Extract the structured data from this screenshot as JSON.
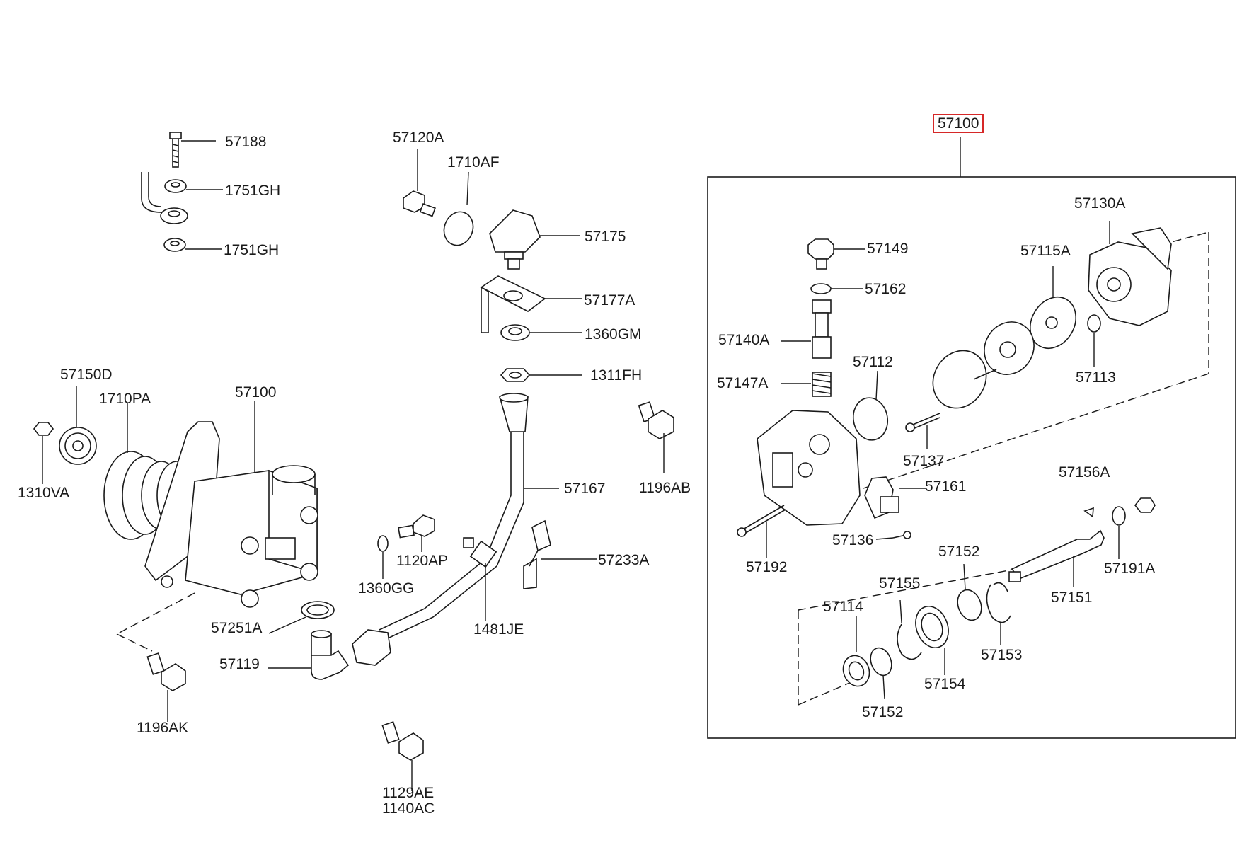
{
  "colors": {
    "line": "#1a1a1a",
    "highlight": "#d62828",
    "background": "#ffffff"
  },
  "callouts": {
    "c57188": "57188",
    "c1751gh_a": "1751GH",
    "c1751gh_b": "1751GH",
    "c57120a": "57120A",
    "c1710af": "1710AF",
    "c57175": "57175",
    "c57177a": "57177A",
    "c1360gm": "1360GM",
    "c1311fh": "1311FH",
    "c57167": "57167",
    "c57233a": "57233A",
    "c1481je": "1481JE",
    "c1196ab": "1196AB",
    "c57150d": "57150D",
    "c1710pa": "1710PA",
    "c57100_left": "57100",
    "c1310va": "1310VA",
    "c1120ap": "1120AP",
    "c1360gg": "1360GG",
    "c57251a": "57251A",
    "c57119": "57119",
    "c1196ak": "1196AK",
    "c1129ae": "1129AE",
    "c1140ac": "1140AC",
    "c57100_box": "57100",
    "c57130a": "57130A",
    "c57149": "57149",
    "c57115a": "57115A",
    "c57162": "57162",
    "c57140a": "57140A",
    "c57112": "57112",
    "c57113": "57113",
    "c57147a": "57147A",
    "c57137": "57137",
    "c57156a": "57156A",
    "c57161": "57161",
    "c57136": "57136",
    "c57192": "57192",
    "c57191a": "57191A",
    "c57152_a": "57152",
    "c57155": "57155",
    "c57114": "57114",
    "c57151": "57151",
    "c57153": "57153",
    "c57154": "57154",
    "c57152_b": "57152"
  }
}
